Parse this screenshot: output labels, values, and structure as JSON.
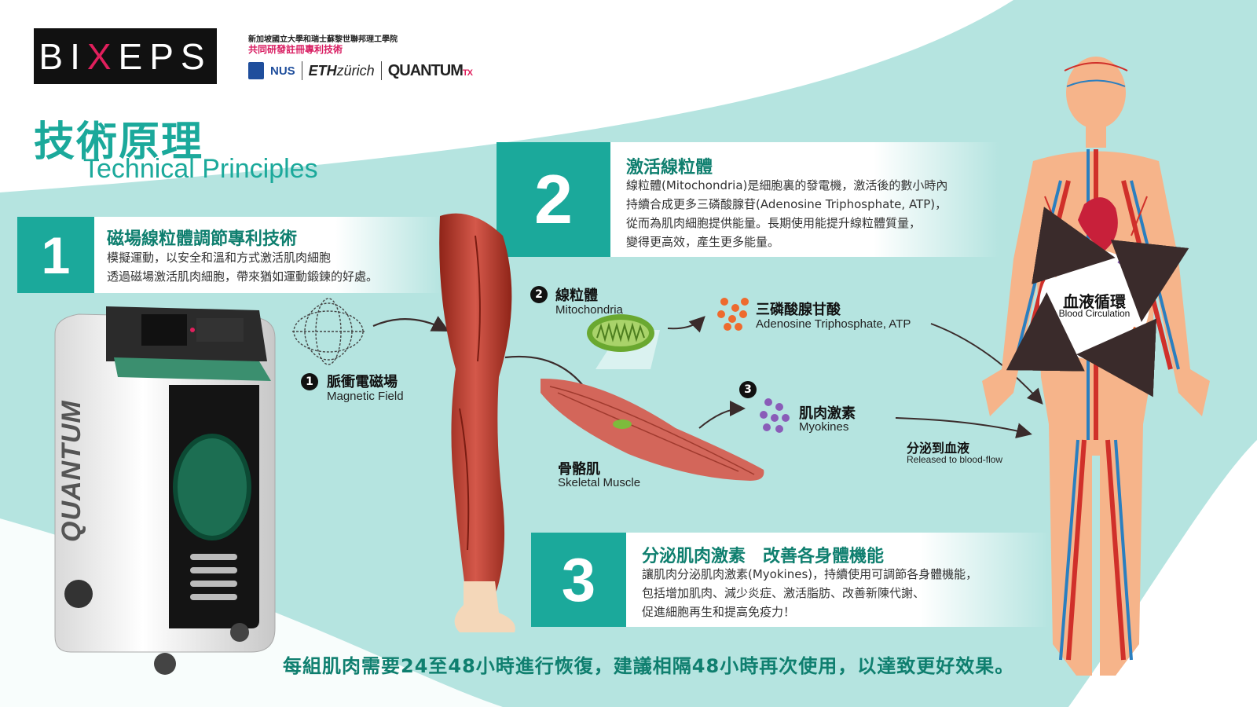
{
  "brand": {
    "logo_left": "BI",
    "logo_x": "X",
    "logo_right": "EPS",
    "partner_line": "新加坡國立大學和瑞士蘇黎世聯邦理工學院",
    "partner_sub": "共同研發註冊專利技術",
    "nus": "NUS",
    "eth_bold": "ETH",
    "eth_light": "zürich",
    "quantum": "QUANTUM",
    "quantum_tx": "TX"
  },
  "title": {
    "zh": "技術原理",
    "en": "Technical Principles"
  },
  "steps": [
    {
      "number": "1",
      "title": "磁場線粒體調節專利技術",
      "lines": [
        "模擬運動，以安全和溫和方式激活肌肉細胞",
        "透過磁場激活肌肉細胞，帶來猶如運動鍛鍊的好處。"
      ]
    },
    {
      "number": "2",
      "title": "激活線粒體",
      "lines": [
        "線粒體(Mitochondria)是細胞裏的發電機，激活後的數小時內",
        "持續合成更多三磷酸腺苷(Adenosine Triphosphate, ATP)，",
        "從而為肌肉細胞提供能量。長期使用能提升線粒體質量，",
        "變得更高效，產生更多能量。"
      ]
    },
    {
      "number": "3",
      "title": "分泌肌肉激素　改善各身體機能",
      "lines": [
        "讓肌肉分泌肌肉激素(Myokines)，持續使用可調節各身體機能，",
        "包括增加肌肉、減少炎症、激活脂肪、改善新陳代謝、",
        "促進細胞再生和提高免疫力！"
      ]
    }
  ],
  "labels": {
    "magnetic": {
      "badge": "1",
      "zh": "脈衝電磁場",
      "en": "Magnetic Field"
    },
    "mito": {
      "badge": "2",
      "zh": "線粒體",
      "en": "Mitochondria"
    },
    "atp": {
      "zh": "三磷酸腺甘酸",
      "en": "Adenosine Triphosphate, ATP"
    },
    "myokines": {
      "badge": "3",
      "zh": "肌肉激素",
      "en": "Myokines"
    },
    "skeletal": {
      "zh": "骨骼肌",
      "en": "Skeletal Muscle"
    },
    "released": {
      "zh": "分泌到血液",
      "en": "Released to blood-flow"
    },
    "circulation": {
      "zh": "血液循環",
      "en": "Blood Circulation"
    }
  },
  "machine_brand": "QUANTUM",
  "footer": "每組肌肉需要24至48小時進行恢復，建議相隔48小時再次使用，以達致更好效果。",
  "colors": {
    "teal": "#1ba99b",
    "bg_mint": "#b5e4e0",
    "accent_pink": "#e01f5c",
    "muscle_red": "#c0392b",
    "vein_blue": "#2a7fc0"
  }
}
